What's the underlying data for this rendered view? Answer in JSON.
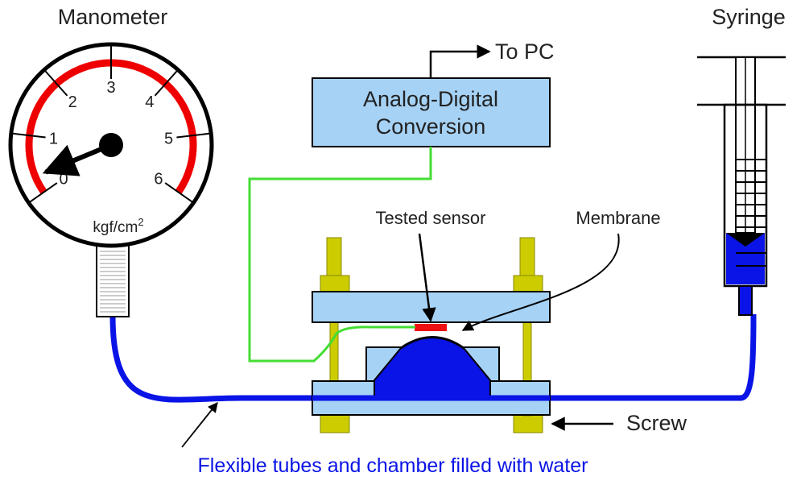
{
  "labels": {
    "manometer": "Manometer",
    "syringe": "Syringe",
    "to_pc": "To PC",
    "adc_line1": "Analog-Digital",
    "adc_line2": "Conversion",
    "tested_sensor": "Tested sensor",
    "membrane": "Membrane",
    "screw": "Screw",
    "tubes": "Flexible tubes and chamber filled with water"
  },
  "gauge": {
    "ticks": [
      "0",
      "1",
      "2",
      "3",
      "4",
      "5",
      "6"
    ],
    "unit": "kgf/cm",
    "unit_sup": "2",
    "needle_value": 0.3
  },
  "colors": {
    "water": "#0a14e6",
    "box_fill": "#a6d2f5",
    "wire": "#44dd33",
    "screw": "#cccc00",
    "dial_arc": "#ee0000",
    "sensor": "#ee1111"
  }
}
